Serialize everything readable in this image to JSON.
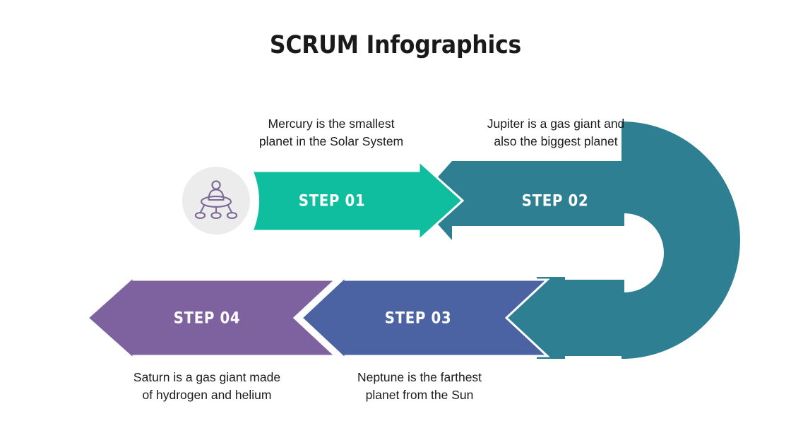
{
  "slide": {
    "title": "SCRUM Infographics",
    "background_color": "#ffffff",
    "text_color": "#1c1c1c"
  },
  "icon_badge": {
    "icon_name": "scrum-team-icon",
    "circle_color": "#ececec",
    "glyph_color": "#7a6a95"
  },
  "steps": [
    {
      "label": "STEP 01",
      "color": "#0fbe9f",
      "caption": "Mercury is the smallest\nplanet in the Solar System",
      "direction": "right"
    },
    {
      "label": "STEP 02",
      "color": "#2f7f92",
      "caption": "Jupiter is a gas giant and\nalso the biggest planet",
      "direction": "right"
    },
    {
      "label": "STEP 03",
      "color": "#4c63a3",
      "caption": "Neptune is the farthest\nplanet from the Sun",
      "direction": "left"
    },
    {
      "label": "STEP 04",
      "color": "#7e62a0",
      "caption": "Saturn is a gas giant made\nof hydrogen and helium",
      "direction": "left"
    }
  ]
}
